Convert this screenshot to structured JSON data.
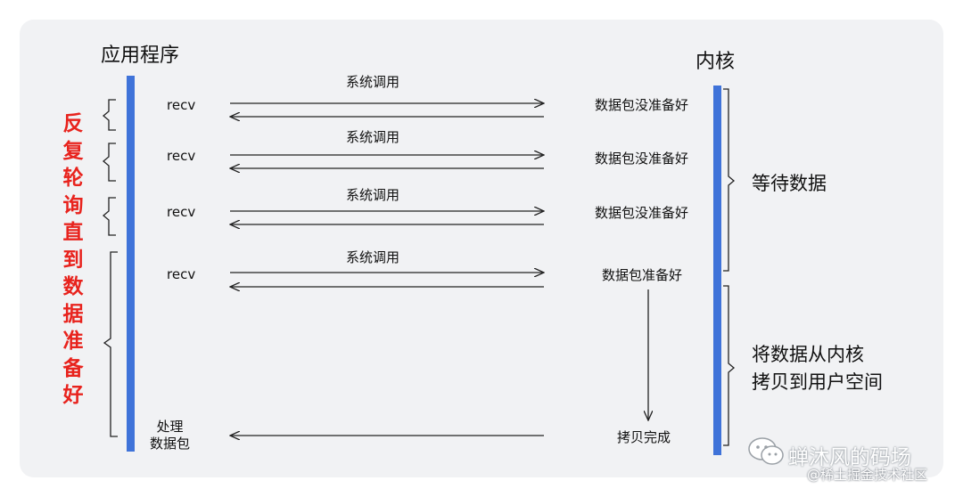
{
  "app_header": "应用程序",
  "kernel_header": "内核",
  "left_note": "反复轮询直到数据准备好",
  "rounds": [
    {
      "call": "recv",
      "syscall": "系统调用",
      "kernel_reply": "数据包没准备好"
    },
    {
      "call": "recv",
      "syscall": "系统调用",
      "kernel_reply": "数据包没准备好"
    },
    {
      "call": "recv",
      "syscall": "系统调用",
      "kernel_reply": "数据包没准备好"
    },
    {
      "call": "recv",
      "syscall": "系统调用",
      "kernel_reply": "数据包准备好"
    }
  ],
  "copy_done": "拷贝完成",
  "process_label": "处理\n数据包",
  "phase_wait": "等待数据",
  "phase_copy": "将数据从内核\n拷贝到用户空间",
  "watermark": {
    "main": "蝉沐风的码场",
    "sub": "@稀土掘金技术社区"
  },
  "colors": {
    "timeline": "#3f73d9",
    "highlight": "#e8231d",
    "line": "#222222"
  }
}
